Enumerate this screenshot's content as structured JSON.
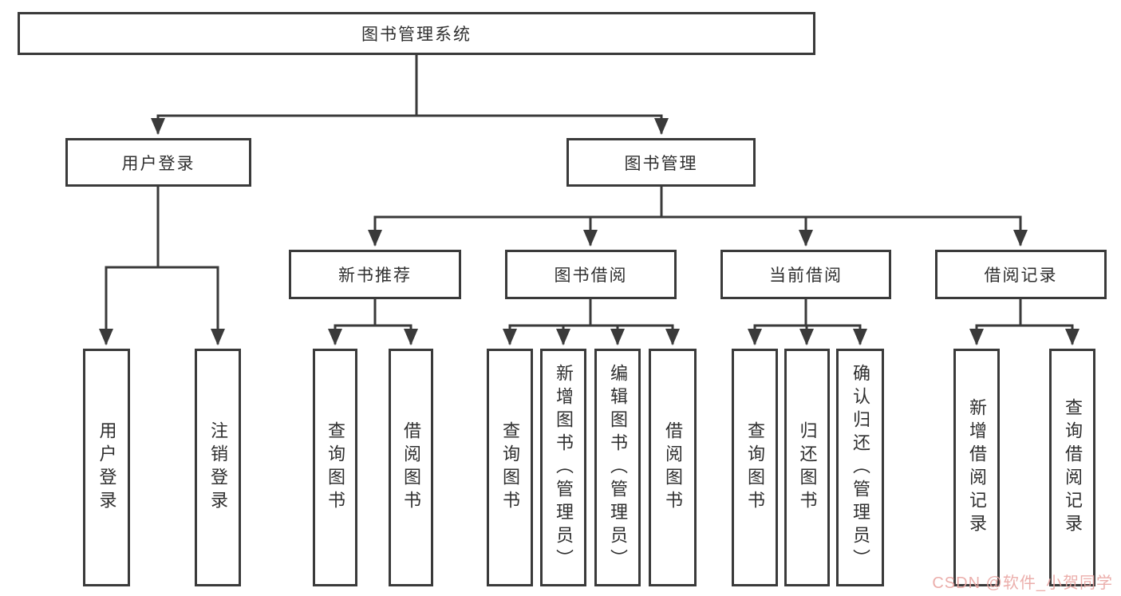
{
  "diagram": {
    "root": "图书管理系统",
    "branches": [
      {
        "label": "用户登录",
        "children": [
          "用户登录",
          "注销登录"
        ]
      },
      {
        "label": "图书管理",
        "children": [
          {
            "label": "新书推荐",
            "children": [
              "查询图书",
              "借阅图书"
            ]
          },
          {
            "label": "图书借阅",
            "children": [
              "查询图书",
              "新增图书（管理员）",
              "编辑图书（管理员）",
              "借阅图书"
            ]
          },
          {
            "label": "当前借阅",
            "children": [
              "查询图书",
              "归还图书",
              "确认归还（管理员）"
            ]
          },
          {
            "label": "借阅记录",
            "children": [
              "新增借阅记录",
              "查询借阅记录"
            ]
          }
        ]
      }
    ]
  },
  "watermark": {
    "text": "CSDN @软件_小贺同学",
    "color": "#e9a5a2"
  },
  "colors": {
    "line": "#3a3a3a",
    "box_border": "#3a3a3a",
    "text": "#2f2f2f",
    "background": "#ffffff"
  }
}
